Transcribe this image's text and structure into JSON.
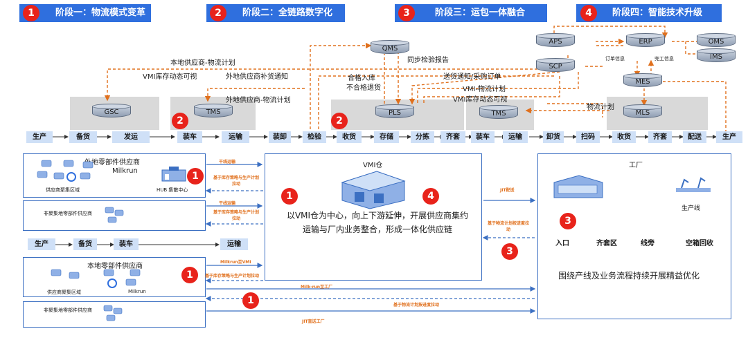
{
  "stages": [
    {
      "num": "1",
      "label": "阶段一：物流模式变革"
    },
    {
      "num": "2",
      "label": "阶段二：全链路数字化"
    },
    {
      "num": "3",
      "label": "阶段三：运包一体融合"
    },
    {
      "num": "4",
      "label": "阶段四：智能技术升级"
    }
  ],
  "systems": {
    "gsc": "GSC",
    "tms1": "TMS",
    "qms": "QMS",
    "pls": "PLS",
    "tms2": "TMS",
    "aps": "APS",
    "erp": "ERP",
    "oms": "OMS",
    "ims": "IMS",
    "scp": "SCP",
    "mes": "MES",
    "mls": "MLS"
  },
  "flow_labels": {
    "local_plan": "本地供应商-物流计划",
    "vmi_visible": "VMI库存动态可视",
    "remote_notice": "外地供应商补货通知",
    "remote_plan": "外地供应商-物流计划",
    "sync_report": "同步检验报告",
    "qualified": "合格入库",
    "unqualified": "不合格退货",
    "delivery_notice": "送货通知/采购订单",
    "vmi_plan": "VMI-物流计划",
    "vmi_visible2": "VMI库存动态可视",
    "order_info": "订单信息",
    "finish_info": "完工信息",
    "logistics_plan": "物流计划"
  },
  "process_steps": [
    "生产",
    "备货",
    "发运",
    "装车",
    "运输",
    "装卸",
    "检验",
    "收货",
    "存储",
    "分拣",
    "齐套",
    "装车",
    "运输",
    "卸货",
    "扫码",
    "收货",
    "齐套",
    "配送",
    "生产"
  ],
  "box1": {
    "title": "外地零部件供应商",
    "cluster": "供应商聚集区域",
    "milkrun": "Milkrun",
    "hub": "HUB 集散中心"
  },
  "box2": {
    "title": "非聚集地零部件供应商"
  },
  "box3": {
    "title": "本地零部件供应商",
    "cluster": "供应商聚集区域",
    "milkrun": "Milkrun"
  },
  "box4": {
    "title": "非聚集地零部件供应商"
  },
  "mid_steps": [
    "生产",
    "备货",
    "装车",
    "运输"
  ],
  "arrows_left": {
    "trunk1": "干线运输",
    "strategy1": "基于库存策略与生产计划拉动",
    "trunk2": "干线运输",
    "strategy2": "基于库存策略与生产计划拉动",
    "milkrun_vmi": "Milkrun至VMI",
    "strategy3": "基于库存策略与生产计划拉动",
    "milkrun_factory": "Milk-run至工厂",
    "pull_progress": "基于物流计划按进度拉动",
    "jit_direct": "JIT直送工厂"
  },
  "vmi": {
    "title": "VMI仓",
    "desc": "以VMI仓为中心，向上下游延伸，开展供应商集约运输与厂内业务整合，形成一体化供应链"
  },
  "arrows_right": {
    "jit": "JIT配送",
    "pull": "基于物流计划按进度拉动"
  },
  "factory": {
    "title": "工厂",
    "line": "生产线",
    "tabs": [
      "入口",
      "齐套区",
      "线旁",
      "空箱回收"
    ],
    "footer": "围绕产线及业务流程持续开展精益优化"
  },
  "badges": {
    "b1": "2",
    "b2": "2",
    "b3": "1",
    "b4": "1",
    "b5": "4",
    "b6": "1",
    "b7": "3",
    "b8": "1",
    "b9": "3"
  },
  "colors": {
    "accent": "#2f6fde",
    "badge": "#e8231b",
    "dash": "#e0701d",
    "blue": "#3b6fc2"
  }
}
